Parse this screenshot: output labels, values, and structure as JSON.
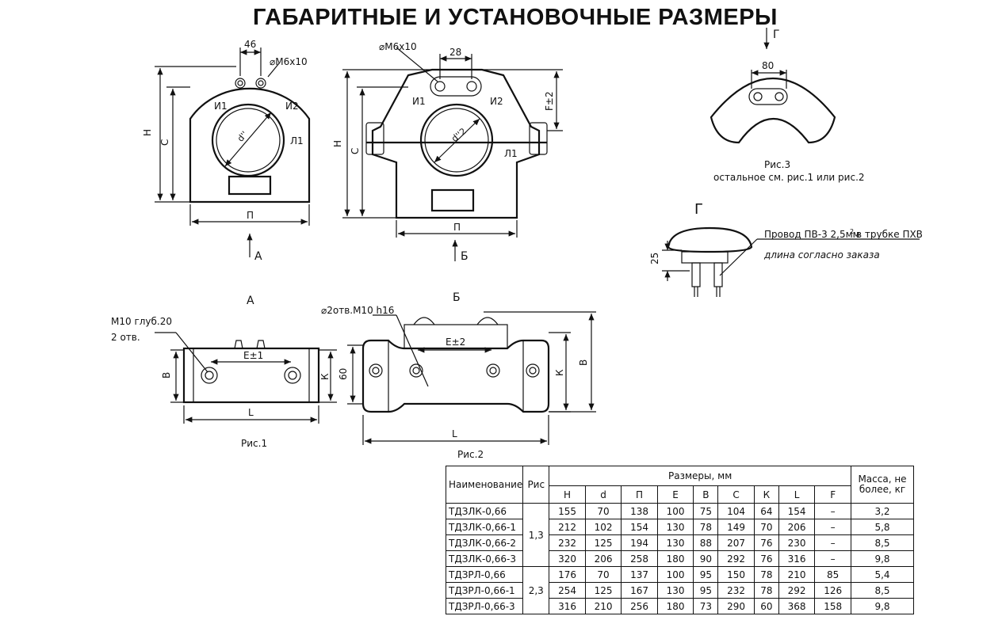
{
  "title": "ГАБАРИТНЫЕ И УСТАНОВОЧНЫЕ РАЗМЕРЫ",
  "figures": {
    "fig1_caption": "Рис.1",
    "fig2_caption": "Рис.2",
    "fig3_caption": "Рис.3",
    "fig3_note": "остальное см. рис.1 или рис.2",
    "view_a_label": "А",
    "view_b_label": "Б",
    "view_g_label": "Г",
    "view_g_arrow_label": "Г"
  },
  "labels": {
    "dim_46": "46",
    "dim_28": "28",
    "dim_80": "80",
    "dim_25": "25",
    "dim_60": "60",
    "thread_m6_1": "⌀М6х10",
    "thread_m6_2": "⌀М6х10",
    "thread_m10": "⌀2отв.М10 h16",
    "m10_depth_1": "М10 глуб.20",
    "m10_depth_2": "2 отв.",
    "letter_H": "Н",
    "letter_C": "С",
    "letter_P": "П",
    "letter_F": "F±2",
    "letter_d": "d''",
    "letter_d2": "d''2",
    "letter_I1": "И1",
    "letter_I2": "И2",
    "letter_L1": "Л1",
    "letter_B": "В",
    "letter_K": "К",
    "letter_L": "L",
    "letter_E1": "Е±1",
    "letter_E2": "Е±2",
    "arrow_a": "А",
    "arrow_b": "Б",
    "wire_note_1": "Провод ПВ-3 2,5мм",
    "wire_note_sup": "2",
    "wire_note_2": "в трубке ПХВ",
    "wire_note_3": "длина согласно заказа"
  },
  "table": {
    "col_name": "Наименование",
    "col_fig": "Рис",
    "col_dims": "Размеры, мм",
    "col_mass": "Масса, не более, кг",
    "dim_headers": [
      "Н",
      "d",
      "П",
      "Е",
      "В",
      "С",
      "К",
      "L",
      "F"
    ],
    "group_figs": [
      "1,3",
      "2,3"
    ],
    "rows": [
      {
        "name": "ТДЗЛК-0,66",
        "values": [
          "155",
          "70",
          "138",
          "100",
          "75",
          "104",
          "64",
          "154",
          "–"
        ],
        "mass": "3,2"
      },
      {
        "name": "ТДЗЛК-0,66-1",
        "values": [
          "212",
          "102",
          "154",
          "130",
          "78",
          "149",
          "70",
          "206",
          "–"
        ],
        "mass": "5,8"
      },
      {
        "name": "ТДЗЛК-0,66-2",
        "values": [
          "232",
          "125",
          "194",
          "130",
          "88",
          "207",
          "76",
          "230",
          "–"
        ],
        "mass": "8,5"
      },
      {
        "name": "ТДЗЛК-0,66-3",
        "values": [
          "320",
          "206",
          "258",
          "180",
          "90",
          "292",
          "76",
          "316",
          "–"
        ],
        "mass": "9,8"
      },
      {
        "name": "ТДЗРЛ-0,66",
        "values": [
          "176",
          "70",
          "137",
          "100",
          "95",
          "150",
          "78",
          "210",
          "85"
        ],
        "mass": "5,4"
      },
      {
        "name": "ТДЗРЛ-0,66-1",
        "values": [
          "254",
          "125",
          "167",
          "130",
          "95",
          "232",
          "78",
          "292",
          "126"
        ],
        "mass": "8,5"
      },
      {
        "name": "ТДЗРЛ-0,66-3",
        "values": [
          "316",
          "210",
          "256",
          "180",
          "73",
          "290",
          "60",
          "368",
          "158"
        ],
        "mass": "9,8"
      }
    ]
  }
}
